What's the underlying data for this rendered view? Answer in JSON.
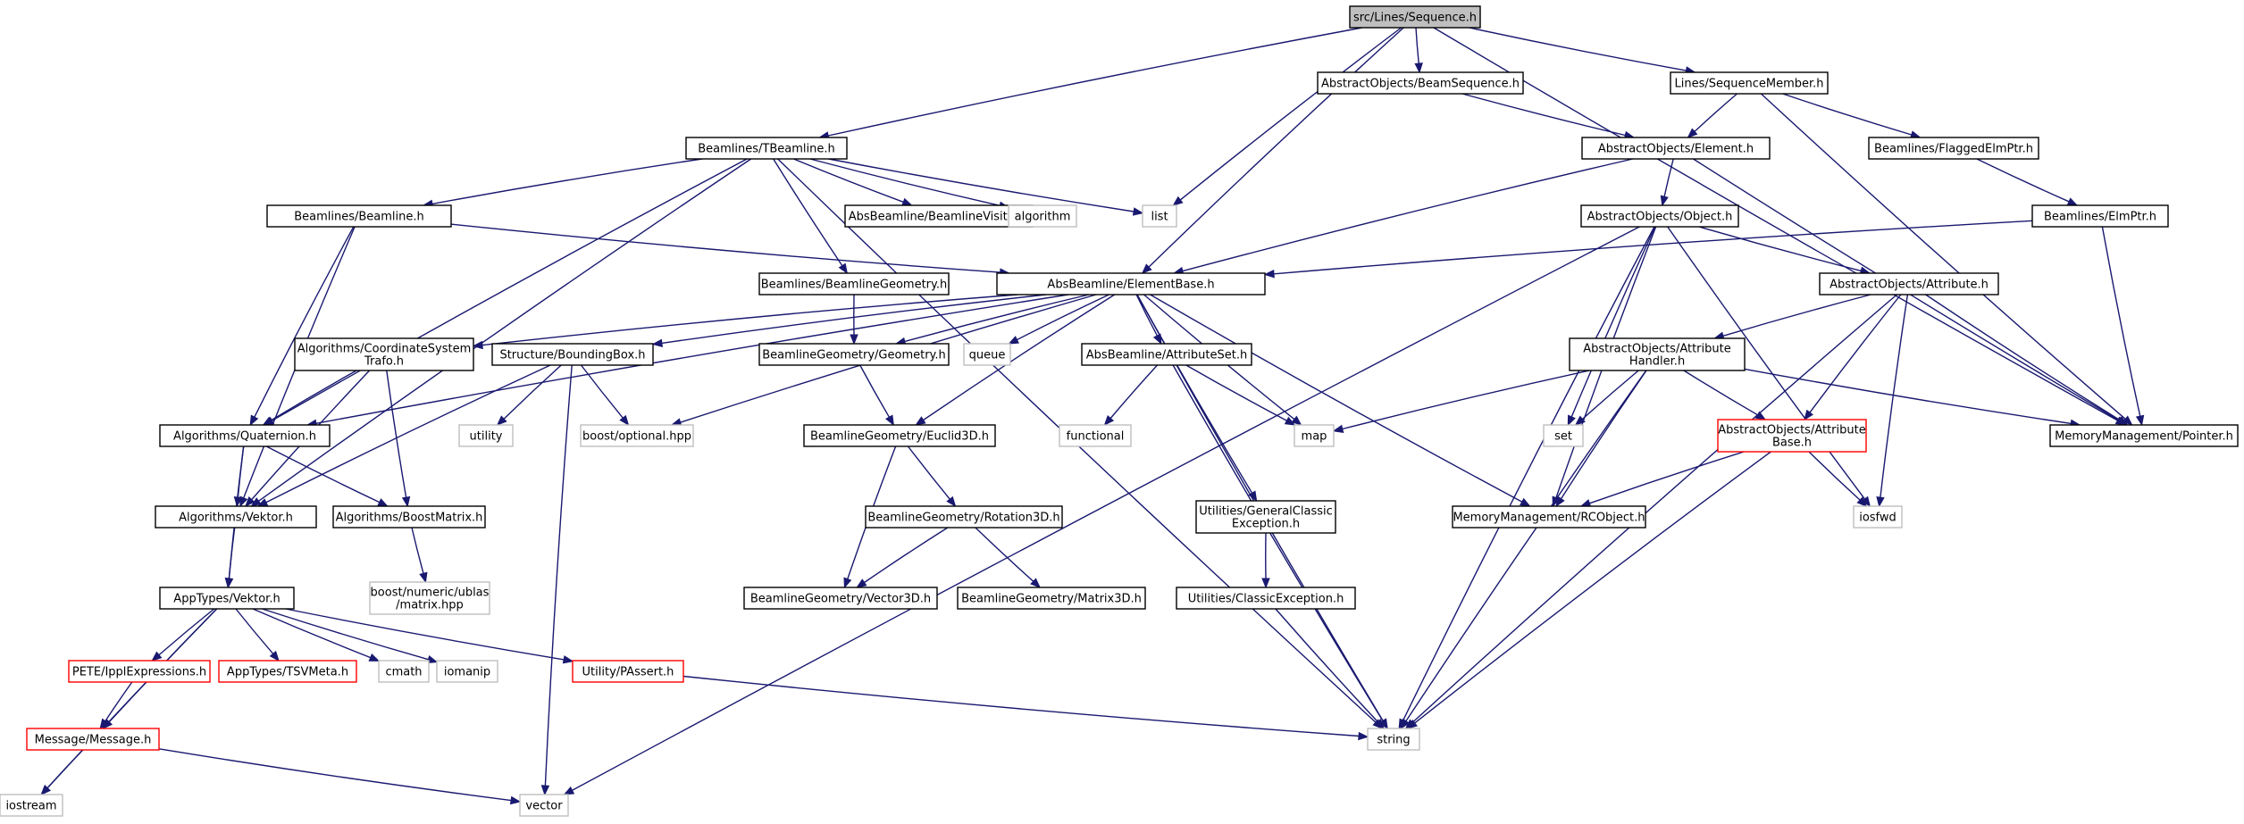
{
  "colors": {
    "root_fill": "#bfbfbf",
    "node_fill": "#ffffff",
    "node_border": "#000000",
    "incomplete_border": "#ff0000",
    "external_border": "#bfbfbf",
    "edge": "#191970"
  },
  "nodes": [
    {
      "id": "seq",
      "lines": [
        "src/Lines/Sequence.h"
      ],
      "style": "root"
    },
    {
      "id": "tbeam",
      "lines": [
        "Beamlines/TBeamline.h"
      ],
      "style": "normal"
    },
    {
      "id": "list",
      "lines": [
        "list"
      ],
      "style": "external"
    },
    {
      "id": "elembase",
      "lines": [
        "AbsBeamline/ElementBase.h"
      ],
      "style": "normal"
    },
    {
      "id": "beamseq",
      "lines": [
        "AbstractObjects/BeamSequence.h"
      ],
      "style": "normal"
    },
    {
      "id": "seqmem",
      "lines": [
        "Lines/SequenceMember.h"
      ],
      "style": "normal"
    },
    {
      "id": "pointer",
      "lines": [
        "MemoryManagement/Pointer.h"
      ],
      "style": "normal"
    },
    {
      "id": "beamline",
      "lines": [
        "Beamlines/Beamline.h"
      ],
      "style": "normal"
    },
    {
      "id": "quat",
      "lines": [
        "Algorithms/Quaternion.h"
      ],
      "style": "normal"
    },
    {
      "id": "algvek",
      "lines": [
        "Algorithms/Vektor.h"
      ],
      "style": "normal"
    },
    {
      "id": "string",
      "lines": [
        "string"
      ],
      "style": "external"
    },
    {
      "id": "beamgeom",
      "lines": [
        "Beamlines/BeamlineGeometry.h"
      ],
      "style": "normal"
    },
    {
      "id": "visitor",
      "lines": [
        "AbsBeamline/BeamlineVisitor.h"
      ],
      "style": "normal"
    },
    {
      "id": "algorithm",
      "lines": [
        "algorithm"
      ],
      "style": "external"
    },
    {
      "id": "element",
      "lines": [
        "AbstractObjects/Element.h"
      ],
      "style": "normal"
    },
    {
      "id": "flagged",
      "lines": [
        "Beamlines/FlaggedElmPtr.h"
      ],
      "style": "normal"
    },
    {
      "id": "object",
      "lines": [
        "AbstractObjects/Object.h"
      ],
      "style": "normal"
    },
    {
      "id": "elmptr",
      "lines": [
        "Beamlines/ElmPtr.h"
      ],
      "style": "normal"
    },
    {
      "id": "attribute",
      "lines": [
        "AbstractObjects/Attribute.h"
      ],
      "style": "normal"
    },
    {
      "id": "coordsys",
      "lines": [
        "Algorithms/CoordinateSystem",
        "Trafo.h"
      ],
      "style": "normal"
    },
    {
      "id": "bbox",
      "lines": [
        "Structure/BoundingBox.h"
      ],
      "style": "normal"
    },
    {
      "id": "geometry",
      "lines": [
        "BeamlineGeometry/Geometry.h"
      ],
      "style": "normal"
    },
    {
      "id": "queue",
      "lines": [
        "queue"
      ],
      "style": "external"
    },
    {
      "id": "attrset",
      "lines": [
        "AbsBeamline/AttributeSet.h"
      ],
      "style": "normal"
    },
    {
      "id": "attrhandler",
      "lines": [
        "AbstractObjects/Attribute",
        "Handler.h"
      ],
      "style": "normal"
    },
    {
      "id": "attrbase",
      "lines": [
        "AbstractObjects/Attribute",
        "Base.h"
      ],
      "style": "incomplete"
    },
    {
      "id": "set",
      "lines": [
        "set"
      ],
      "style": "external"
    },
    {
      "id": "map",
      "lines": [
        "map"
      ],
      "style": "external"
    },
    {
      "id": "functional",
      "lines": [
        "functional"
      ],
      "style": "external"
    },
    {
      "id": "euclid",
      "lines": [
        "BeamlineGeometry/Euclid3D.h"
      ],
      "style": "normal"
    },
    {
      "id": "optional",
      "lines": [
        "boost/optional.hpp"
      ],
      "style": "external"
    },
    {
      "id": "utility",
      "lines": [
        "utility"
      ],
      "style": "external"
    },
    {
      "id": "boostmat",
      "lines": [
        "Algorithms/BoostMatrix.h"
      ],
      "style": "normal"
    },
    {
      "id": "appvek",
      "lines": [
        "AppTypes/Vektor.h"
      ],
      "style": "normal"
    },
    {
      "id": "ublas",
      "lines": [
        "boost/numeric/ublas",
        "/matrix.hpp"
      ],
      "style": "external"
    },
    {
      "id": "rotation",
      "lines": [
        "BeamlineGeometry/Rotation3D.h"
      ],
      "style": "normal"
    },
    {
      "id": "vector3d",
      "lines": [
        "BeamlineGeometry/Vector3D.h"
      ],
      "style": "normal"
    },
    {
      "id": "matrix3d",
      "lines": [
        "BeamlineGeometry/Matrix3D.h"
      ],
      "style": "normal"
    },
    {
      "id": "genexc",
      "lines": [
        "Utilities/GeneralClassic",
        "Exception.h"
      ],
      "style": "normal"
    },
    {
      "id": "classexc",
      "lines": [
        "Utilities/ClassicException.h"
      ],
      "style": "normal"
    },
    {
      "id": "rcobject",
      "lines": [
        "MemoryManagement/RCObject.h"
      ],
      "style": "normal"
    },
    {
      "id": "iosfwd",
      "lines": [
        "iosfwd"
      ],
      "style": "external"
    },
    {
      "id": "pete",
      "lines": [
        "PETE/IpplExpressions.h"
      ],
      "style": "incomplete"
    },
    {
      "id": "tsvmeta",
      "lines": [
        "AppTypes/TSVMeta.h"
      ],
      "style": "incomplete"
    },
    {
      "id": "cmath",
      "lines": [
        "cmath"
      ],
      "style": "external"
    },
    {
      "id": "iomanip",
      "lines": [
        "iomanip"
      ],
      "style": "external"
    },
    {
      "id": "passert",
      "lines": [
        "Utility/PAssert.h"
      ],
      "style": "incomplete"
    },
    {
      "id": "message",
      "lines": [
        "Message/Message.h"
      ],
      "style": "incomplete"
    },
    {
      "id": "iostream",
      "lines": [
        "iostream"
      ],
      "style": "external"
    },
    {
      "id": "vector",
      "lines": [
        "vector"
      ],
      "style": "external"
    }
  ],
  "edges": [
    [
      "seq",
      "tbeam"
    ],
    [
      "seq",
      "list"
    ],
    [
      "seq",
      "elembase"
    ],
    [
      "seq",
      "beamseq"
    ],
    [
      "seq",
      "seqmem"
    ],
    [
      "seq",
      "pointer"
    ],
    [
      "tbeam",
      "beamline"
    ],
    [
      "tbeam",
      "quat"
    ],
    [
      "tbeam",
      "algvek"
    ],
    [
      "tbeam",
      "string"
    ],
    [
      "tbeam",
      "beamgeom"
    ],
    [
      "tbeam",
      "visitor"
    ],
    [
      "tbeam",
      "algorithm"
    ],
    [
      "tbeam",
      "list"
    ],
    [
      "beamseq",
      "element"
    ],
    [
      "seqmem",
      "element"
    ],
    [
      "seqmem",
      "flagged"
    ],
    [
      "seqmem",
      "pointer"
    ],
    [
      "element",
      "elembase"
    ],
    [
      "element",
      "object"
    ],
    [
      "element",
      "pointer"
    ],
    [
      "flagged",
      "elmptr"
    ],
    [
      "elmptr",
      "elembase"
    ],
    [
      "elmptr",
      "pointer"
    ],
    [
      "beamline",
      "elembase"
    ],
    [
      "beamline",
      "quat"
    ],
    [
      "beamline",
      "algvek"
    ],
    [
      "beamgeom",
      "geometry"
    ],
    [
      "object",
      "attribute"
    ],
    [
      "object",
      "set"
    ],
    [
      "object",
      "rcobject"
    ],
    [
      "object",
      "string"
    ],
    [
      "object",
      "iosfwd"
    ],
    [
      "object",
      "vector"
    ],
    [
      "attribute",
      "attrhandler"
    ],
    [
      "attribute",
      "attrbase"
    ],
    [
      "attribute",
      "pointer"
    ],
    [
      "attribute",
      "string"
    ],
    [
      "attribute",
      "iosfwd"
    ],
    [
      "attrhandler",
      "attrbase"
    ],
    [
      "attrhandler",
      "set"
    ],
    [
      "attrhandler",
      "map"
    ],
    [
      "attrhandler",
      "rcobject"
    ],
    [
      "attrhandler",
      "pointer"
    ],
    [
      "attrhandler",
      "string"
    ],
    [
      "attrbase",
      "rcobject"
    ],
    [
      "attrbase",
      "iosfwd"
    ],
    [
      "attrbase",
      "string"
    ],
    [
      "elembase",
      "quat"
    ],
    [
      "elembase",
      "coordsys"
    ],
    [
      "elembase",
      "bbox"
    ],
    [
      "elembase",
      "geometry"
    ],
    [
      "elembase",
      "queue"
    ],
    [
      "elembase",
      "attrset"
    ],
    [
      "elembase",
      "map"
    ],
    [
      "elembase",
      "string"
    ],
    [
      "elembase",
      "rcobject"
    ],
    [
      "elembase",
      "optional"
    ],
    [
      "elembase",
      "euclid"
    ],
    [
      "elembase",
      "genexc"
    ],
    [
      "coordsys",
      "quat"
    ],
    [
      "coordsys",
      "algvek"
    ],
    [
      "coordsys",
      "boostmat"
    ],
    [
      "bbox",
      "algvek"
    ],
    [
      "bbox",
      "utility"
    ],
    [
      "bbox",
      "optional"
    ],
    [
      "bbox",
      "vector"
    ],
    [
      "geometry",
      "euclid"
    ],
    [
      "attrset",
      "functional"
    ],
    [
      "attrset",
      "map"
    ],
    [
      "attrset",
      "string"
    ],
    [
      "euclid",
      "rotation"
    ],
    [
      "euclid",
      "vector3d"
    ],
    [
      "rotation",
      "vector3d"
    ],
    [
      "rotation",
      "matrix3d"
    ],
    [
      "genexc",
      "classexc"
    ],
    [
      "classexc",
      "string"
    ],
    [
      "quat",
      "algvek"
    ],
    [
      "quat",
      "boostmat"
    ],
    [
      "quat",
      "appvek"
    ],
    [
      "algvek",
      "appvek"
    ],
    [
      "boostmat",
      "ublas"
    ],
    [
      "appvek",
      "pete"
    ],
    [
      "appvek",
      "tsvmeta"
    ],
    [
      "appvek",
      "cmath"
    ],
    [
      "appvek",
      "iomanip"
    ],
    [
      "appvek",
      "passert"
    ],
    [
      "appvek",
      "message"
    ],
    [
      "appvek",
      "iostream"
    ],
    [
      "pete",
      "message"
    ],
    [
      "passert",
      "string"
    ],
    [
      "message",
      "iostream"
    ],
    [
      "message",
      "vector"
    ]
  ]
}
